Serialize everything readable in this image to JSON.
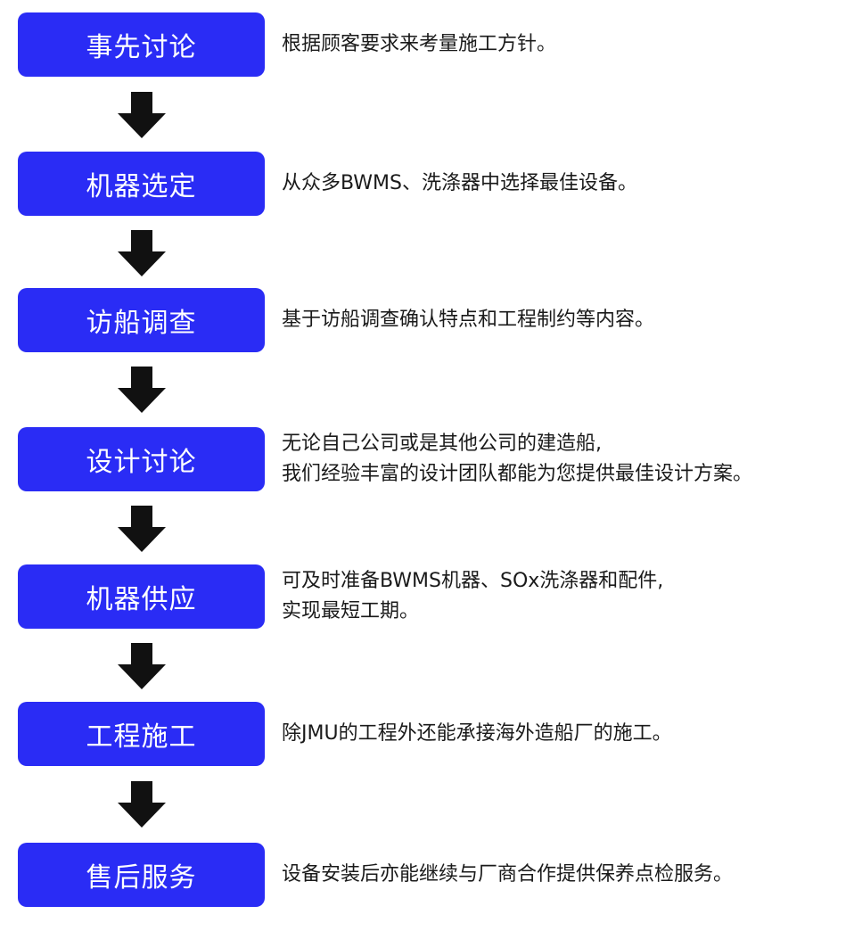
{
  "colors": {
    "box_fill": "#2a2cf5",
    "box_text": "#ffffff",
    "desc_text": "#1a1a1a",
    "arrow": "#111111"
  },
  "steps": [
    {
      "title": "事先讨论",
      "lines": [
        "根据顾客要求来考量施工方针。"
      ]
    },
    {
      "title": "机器选定",
      "lines": [
        "从众多BWMS、洗涤器中选择最佳设备。"
      ]
    },
    {
      "title": "访船调查",
      "lines": [
        "基于访船调查确认特点和工程制约等内容。"
      ]
    },
    {
      "title": "设计讨论",
      "lines": [
        "无论自己公司或是其他公司的建造船,",
        "我们经验丰富的设计团队都能为您提供最佳设计方案。"
      ]
    },
    {
      "title": "机器供应",
      "lines": [
        "可及时准备BWMS机器、SOx洗涤器和配件,",
        "实现最短工期。"
      ]
    },
    {
      "title": "工程施工",
      "lines": [
        "除JMU的工程外还能承接海外造船厂的施工。"
      ]
    },
    {
      "title": "售后服务",
      "lines": [
        "设备安装后亦能继续与厂商合作提供保养点检服务。"
      ]
    }
  ],
  "arrow_icon": "down-arrow-icon"
}
